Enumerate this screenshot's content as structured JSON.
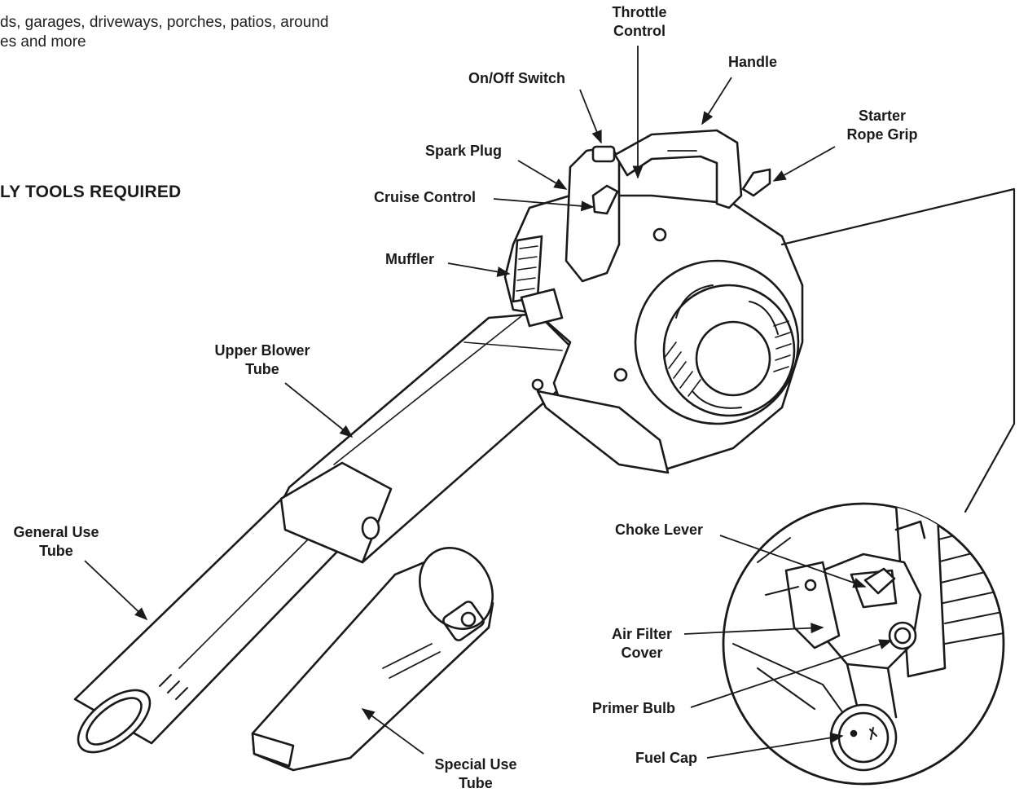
{
  "intro": {
    "line1": "ds, garages, driveways, porches, patios, around",
    "line2": "es and more"
  },
  "tools_heading": "LY TOOLS REQUIRED",
  "labels": {
    "throttle_control": [
      "Throttle",
      "Control"
    ],
    "handle": "Handle",
    "on_off_switch": "On/Off Switch",
    "starter_rope_grip": [
      "Starter",
      "Rope Grip"
    ],
    "spark_plug": "Spark Plug",
    "cruise_control": "Cruise Control",
    "muffler": "Muffler",
    "upper_blower_tube": [
      "Upper Blower",
      "Tube"
    ],
    "general_use_tube": [
      "General Use",
      "Tube"
    ],
    "special_use_tube": [
      "Special Use",
      "Tube"
    ],
    "choke_lever": "Choke Lever",
    "air_filter_cover": [
      "Air Filter",
      "Cover"
    ],
    "primer_bulb": "Primer Bulb",
    "fuel_cap": "Fuel Cap"
  }
}
